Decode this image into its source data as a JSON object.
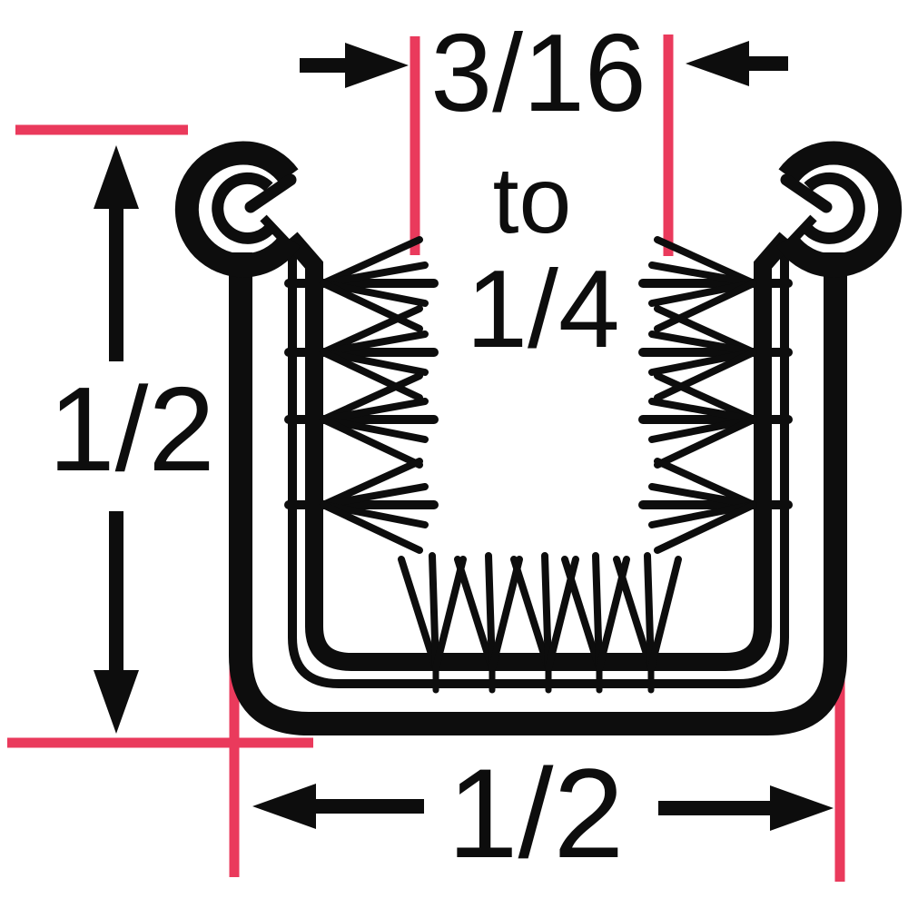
{
  "labels": {
    "top_dimension_min": "3/16",
    "top_dimension_connector": "to",
    "top_dimension_max": "1/4",
    "side_dimension": "1/2",
    "bottom_dimension": "1/2"
  },
  "colors": {
    "line_black": "#0d0d0d",
    "dimension_pink": "#ea3a5c",
    "background": "#ffffff"
  }
}
